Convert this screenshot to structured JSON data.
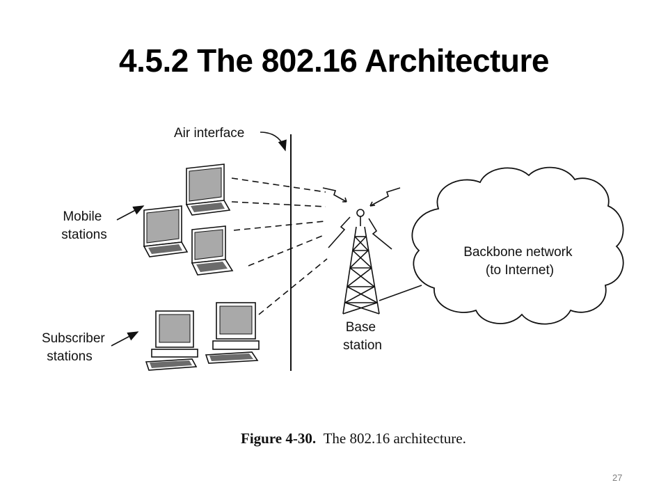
{
  "slide": {
    "title": "4.5.2 The 802.16 Architecture",
    "page_number": "27"
  },
  "diagram": {
    "labels": {
      "air_interface": "Air interface",
      "mobile_line1": "Mobile",
      "mobile_line2": "stations",
      "subscriber_line1": "Subscriber",
      "subscriber_line2": "stations",
      "base_line1": "Base",
      "base_line2": "station",
      "backbone_line1": "Backbone network",
      "backbone_line2": "(to Internet)"
    },
    "caption_prefix": "Figure 4-30.",
    "caption_text": "The 802.16 architecture."
  }
}
